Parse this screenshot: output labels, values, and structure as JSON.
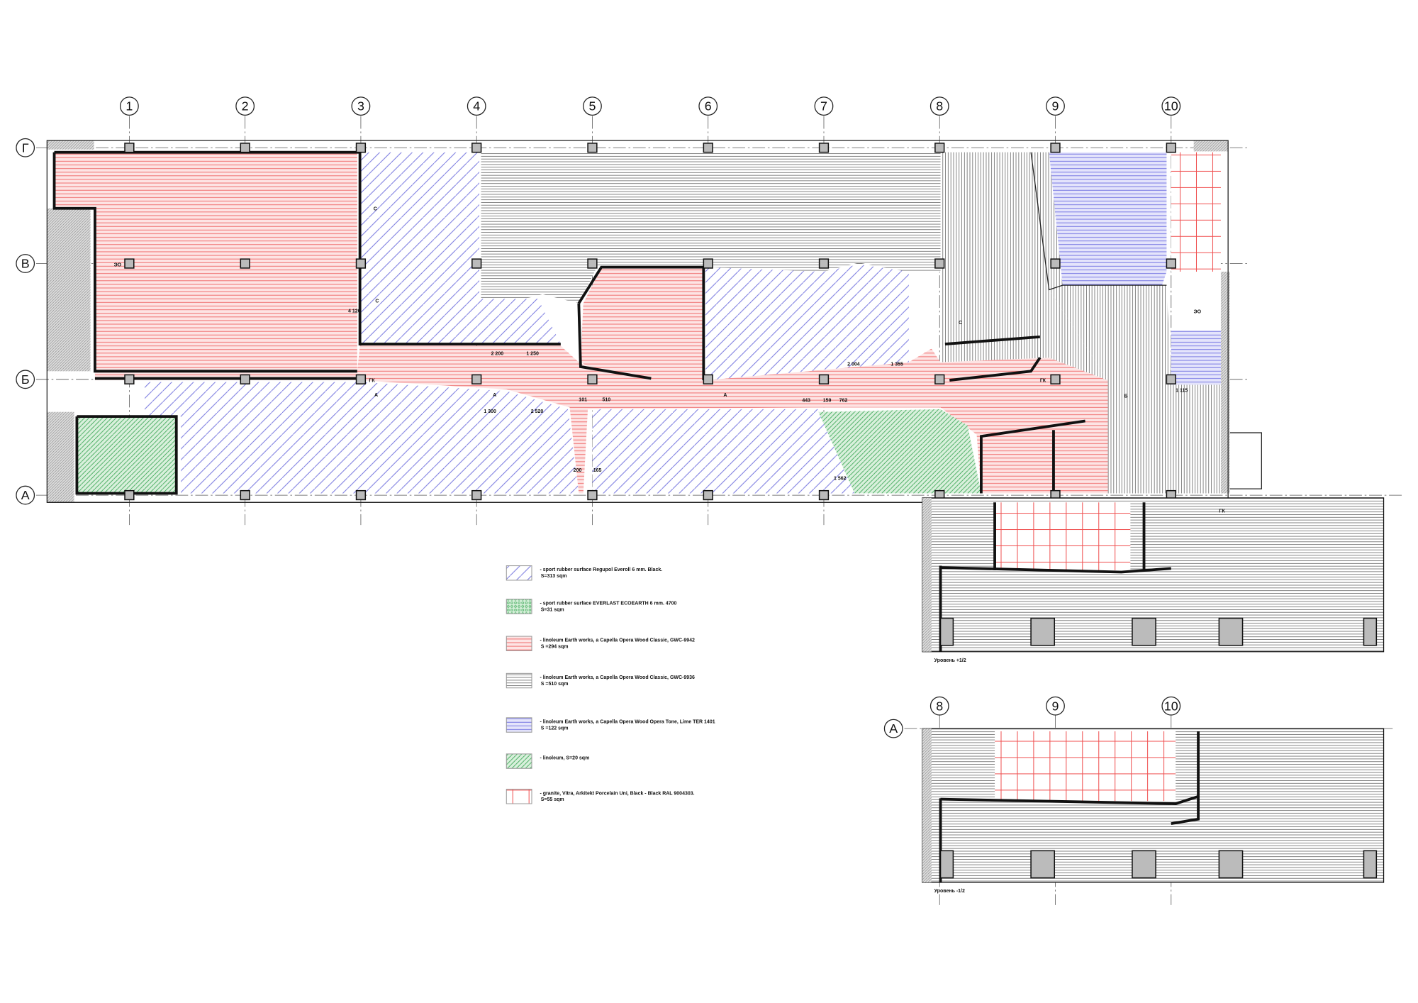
{
  "grid": {
    "columns": [
      "1",
      "2",
      "3",
      "4",
      "5",
      "6",
      "7",
      "8",
      "9",
      "10"
    ],
    "rows": [
      "Г",
      "В",
      "Б",
      "А"
    ],
    "annex_columns": [
      "8",
      "9",
      "10"
    ],
    "annex_row": "А"
  },
  "annotations": {
    "dims": [
      "2 200",
      "1 250",
      "1 300",
      "2 520",
      "2 004",
      "1 355",
      "443",
      "159",
      "762",
      "1 562",
      "200",
      "165",
      "101",
      "510",
      "4 120",
      "1 115"
    ],
    "marks": [
      "A",
      "C",
      "ГК",
      "ЭО",
      "Б"
    ]
  },
  "levels": {
    "upper": "Уровень +1/2",
    "lower": "Уровень -1/2"
  },
  "legend": [
    {
      "text": "- sport rubber surface Regupol Everoll 6 mm. Black.",
      "area": "S=313 sqm",
      "pattern": "blue-diagonal"
    },
    {
      "text": "- sport rubber surface EVERLAST ECOEARTH 6 mm. 4700",
      "area": "S=31 sqm",
      "pattern": "green-dots"
    },
    {
      "text": "- linoleum Earth works, a Capella Opera Wood Classic, GWC-9942",
      "area": "S =294 sqm",
      "pattern": "red-horizontal"
    },
    {
      "text": "- linoleum Earth works, a Capella Opera Wood Classic, GWC-9936",
      "area": "S =510 sqm",
      "pattern": "gray-horizontal"
    },
    {
      "text": "- linoleum Earth works, a Capella Opera Wood Opera Tone, Lime TER 1401",
      "area": "S =122 sqm",
      "pattern": "blue-horizontal"
    },
    {
      "text": "- linoleum, S=20 sqm",
      "area": "",
      "pattern": "green-diagonal"
    },
    {
      "text": "- granite, Vitra, Arkitekt Porcelain Uni, Black - Black RAL 9004303.",
      "area": "S=55 sqm",
      "pattern": "red-grid"
    }
  ],
  "colors": {
    "red": "#f26b6b",
    "blue": "#5b5bd6",
    "green": "#3aa655",
    "gray": "#777777"
  }
}
